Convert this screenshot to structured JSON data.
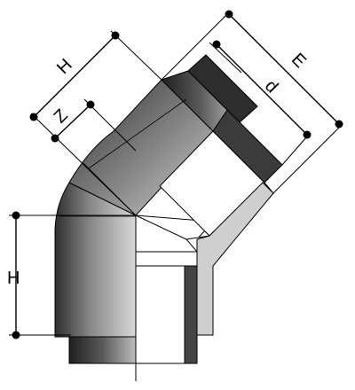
{
  "labels": {
    "H_vertical": "H",
    "H_diagonal": "H",
    "Z": "Z",
    "d": "d",
    "E": "E"
  },
  "colors": {
    "pipe_dark": "#3a3a3a",
    "pipe_mid": "#7a7a7a",
    "pipe_light": "#cfcfcf",
    "socket_dark": "#2b2b2b",
    "section_gray": "#cfcfcf",
    "line": "#000000"
  }
}
